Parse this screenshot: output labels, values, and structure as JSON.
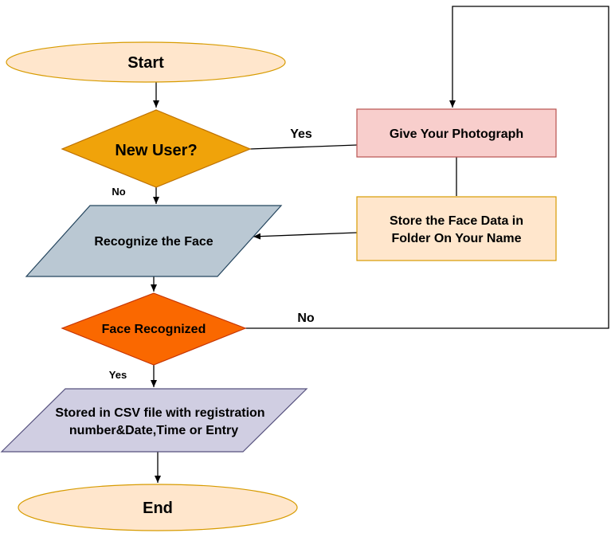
{
  "nodes": {
    "start": {
      "label": "Start",
      "fill": "#FFE6CC",
      "stroke": "#D79B00"
    },
    "new_user": {
      "label": "New User?",
      "fill": "#F0A30A",
      "stroke": "#BD7000"
    },
    "give_photo": {
      "label": "Give Your Photograph",
      "fill": "#F8CECC",
      "stroke": "#B85450"
    },
    "store_face": {
      "line1": "Store the Face Data in",
      "line2": "Folder On Your Name",
      "fill": "#FFE6CC",
      "stroke": "#D79B00"
    },
    "recognize": {
      "label": "Recognize the Face",
      "fill": "#BAC8D3",
      "stroke": "#23445D"
    },
    "face_recognized": {
      "label": "Face Recognized",
      "fill": "#FA6800",
      "stroke": "#C73500"
    },
    "stored_csv": {
      "line1": "Stored in CSV file with registration",
      "line2": "number&Date,Time or Entry",
      "fill": "#D0CEE2",
      "stroke": "#56517E"
    },
    "end": {
      "label": "End",
      "fill": "#FFE6CC",
      "stroke": "#D79B00"
    }
  },
  "edges": {
    "new_user_yes": "Yes",
    "new_user_no": "No",
    "face_recognized_no": "No",
    "face_recognized_yes": "Yes"
  }
}
